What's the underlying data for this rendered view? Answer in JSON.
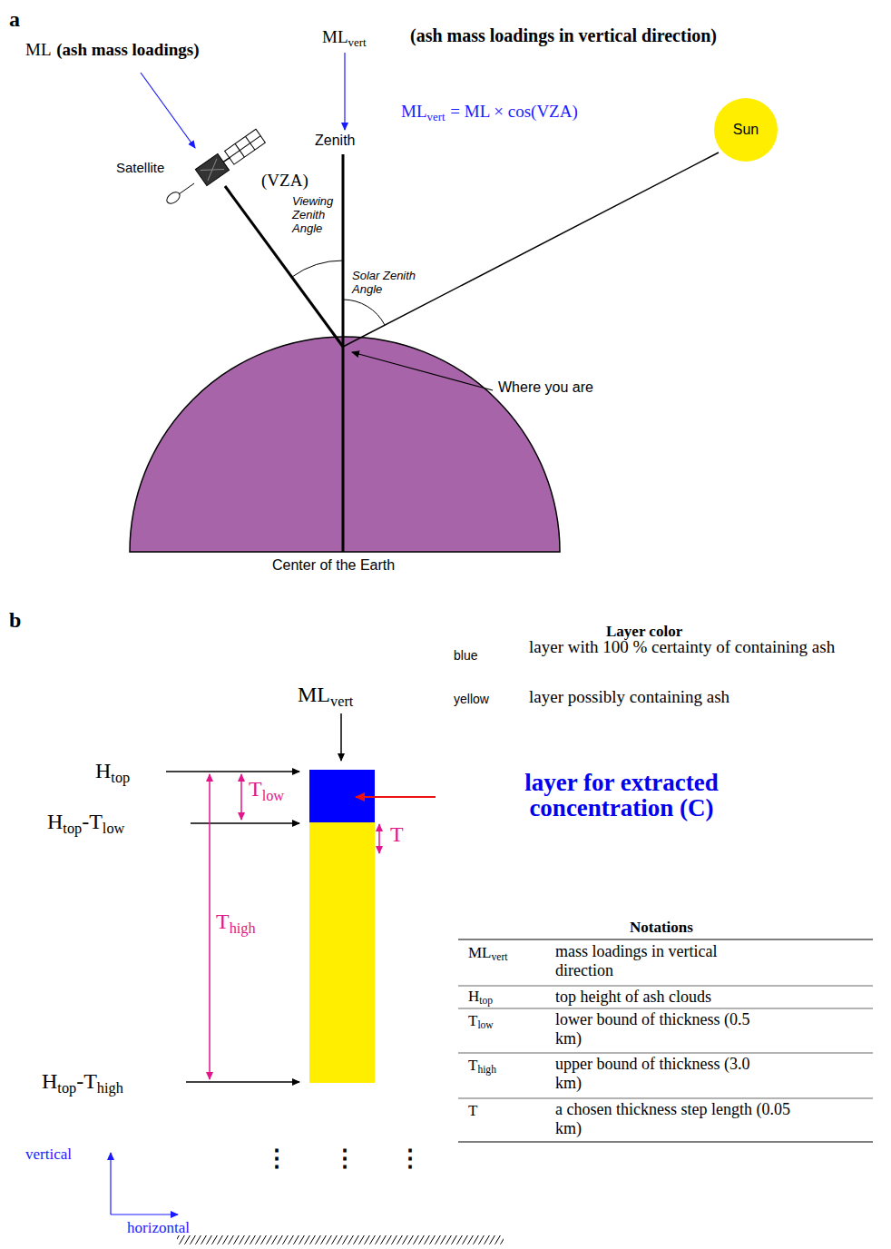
{
  "diagram": {
    "nodes": [
      {
        "text": [
          "Sun"
        ]
      }
    ],
    "labels": [
      "a",
      "ML",
      "(ash mass loadings)",
      "ML",
      "vert",
      "(ash mass loadings in vertical direction)",
      "ML",
      "vert",
      "= ML × cos(VZA)",
      "Zenith",
      "Satellite",
      "(VZA)",
      "Viewing Zenith Angle",
      "Solar Zenith Angle",
      "Where you are",
      "Center of the Earth",
      "b",
      "Layer color",
      "blue",
      "yellow",
      "ML",
      "vert",
      "H",
      "top",
      "T",
      "low",
      "H",
      "top",
      "-T",
      "low",
      "layer for extracted concentration (C)",
      "T",
      "T",
      "high",
      "H",
      "top",
      "-T",
      "high",
      "Notations",
      "ML",
      "vert",
      "mass loadings in vertical direction",
      "H",
      "top",
      "top height of ash clouds",
      "T",
      "low",
      "lower bound of thickness (0.5 km)",
      "T",
      "high",
      "upper bound of thickness (3.0 km)",
      "T",
      "a chosen thickness step length (0.05 km)",
      "vertical",
      "horizontal",
      "⋮",
      "⋮",
      "⋮"
    ],
    "legend": [
      {
        "text": "layer with 100 % certainty of containing ash"
      },
      {
        "text": "layer possibly containing ash"
      }
    ]
  }
}
